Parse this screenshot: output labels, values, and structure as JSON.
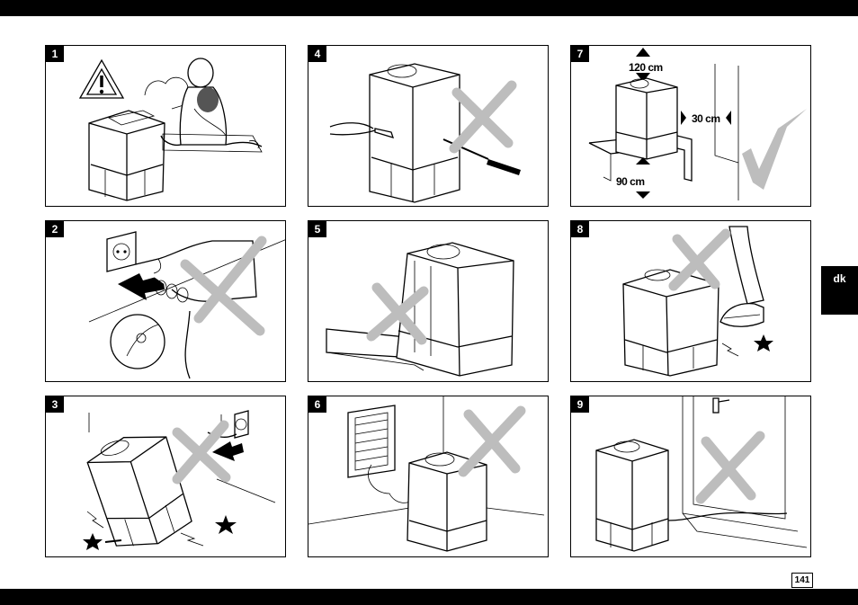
{
  "panels": [
    {
      "number": "1"
    },
    {
      "number": "2"
    },
    {
      "number": "3"
    },
    {
      "number": "4"
    },
    {
      "number": "5"
    },
    {
      "number": "6"
    },
    {
      "number": "7",
      "labels": {
        "top": "120 cm",
        "side": "30 cm",
        "bottom": "90 cm"
      }
    },
    {
      "number": "8"
    },
    {
      "number": "9"
    }
  ],
  "language_tab": "dk",
  "page_number": "141"
}
